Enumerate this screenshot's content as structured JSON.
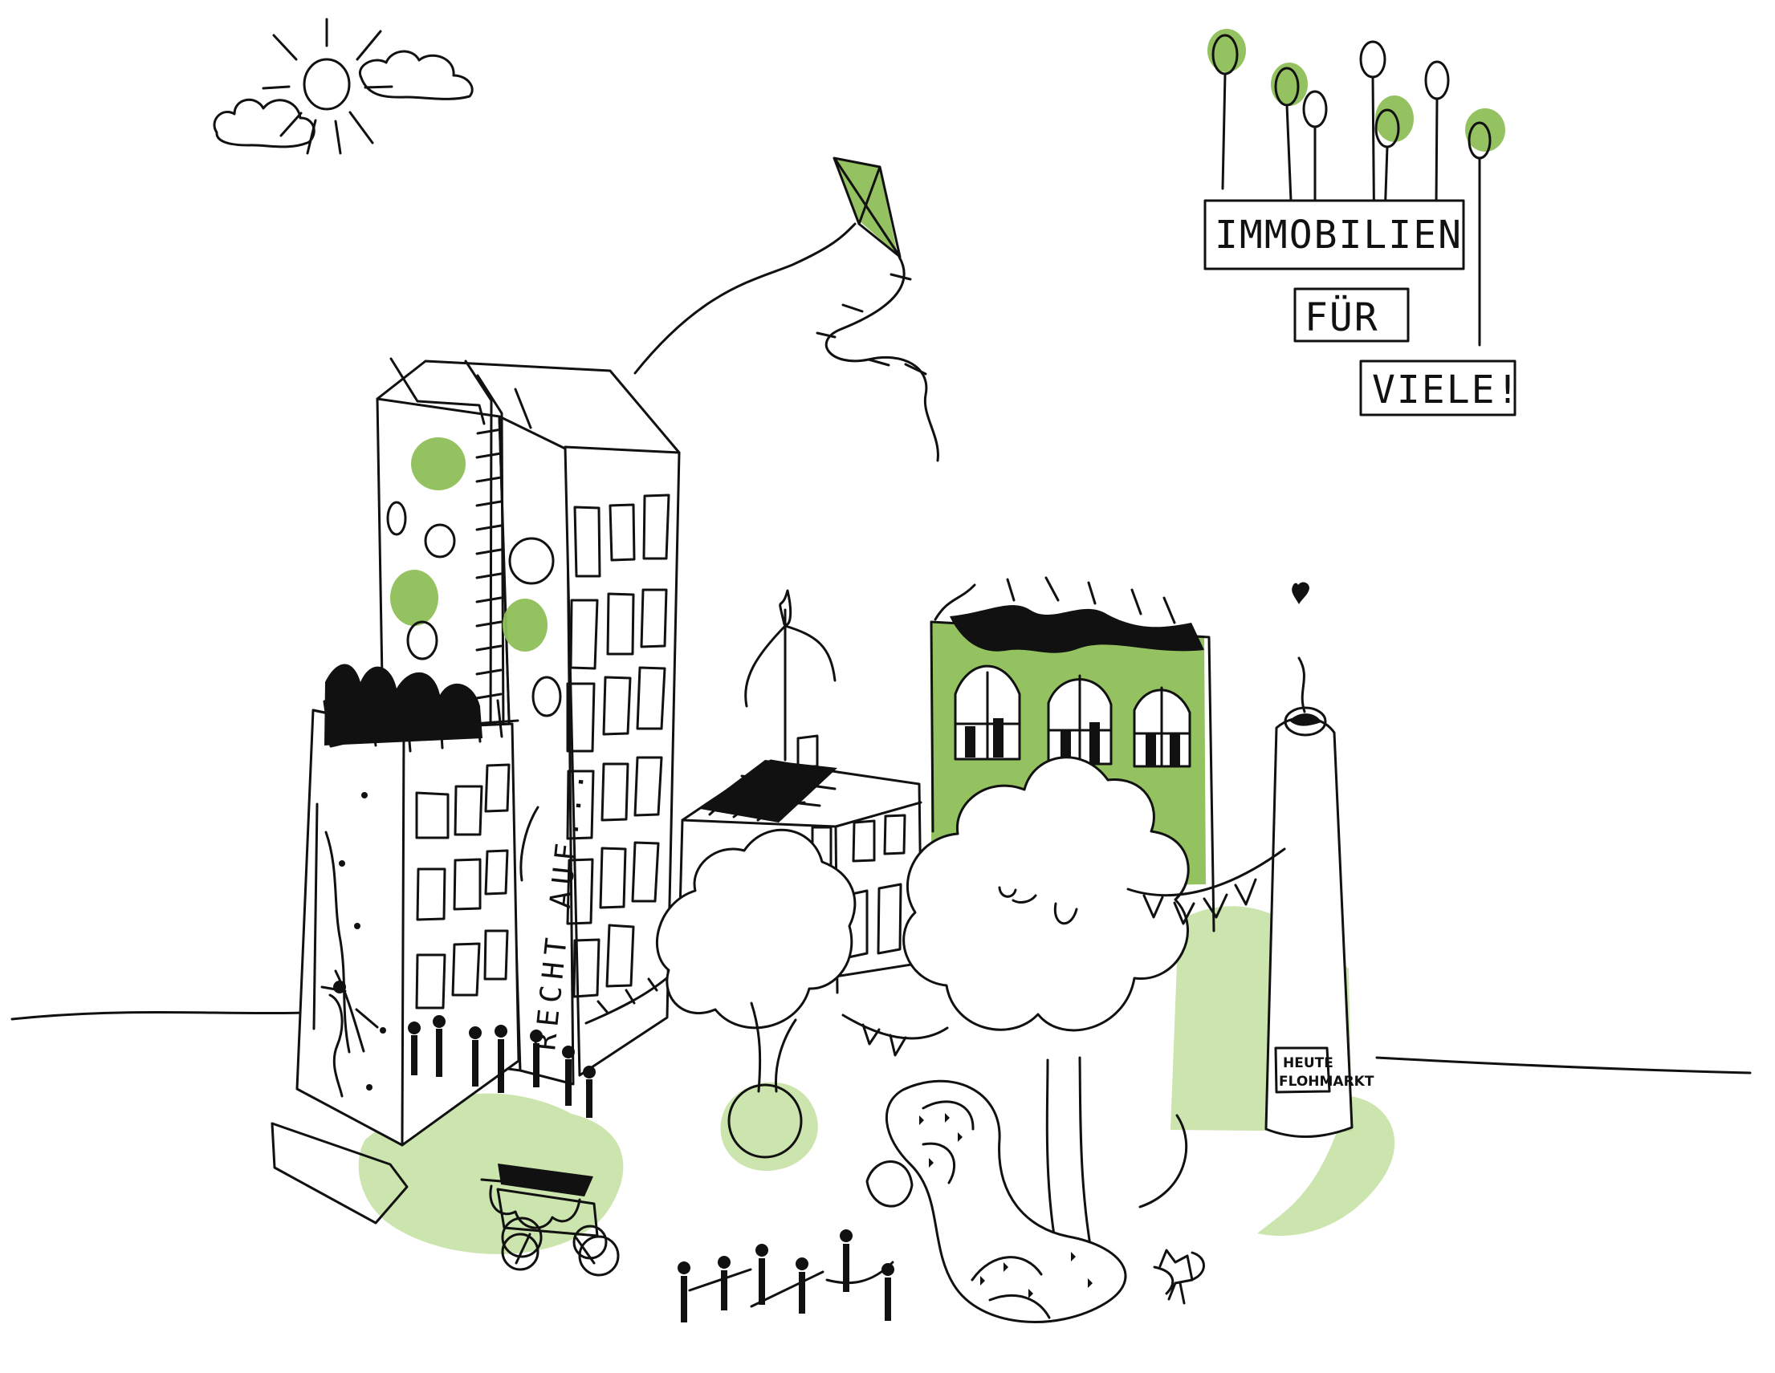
{
  "signs": {
    "top": "IMMOBILIEN",
    "middle": "FÜR",
    "bottom": "VIELE!"
  },
  "building_text": "RECHT AUF...",
  "chimney_sign": {
    "line1": "HEUTE",
    "line2": "FLOHMARKT"
  },
  "colors": {
    "ink": "#111111",
    "green": "#8fbf59",
    "light_green": "#b8d98f",
    "paper": "#ffffff"
  }
}
